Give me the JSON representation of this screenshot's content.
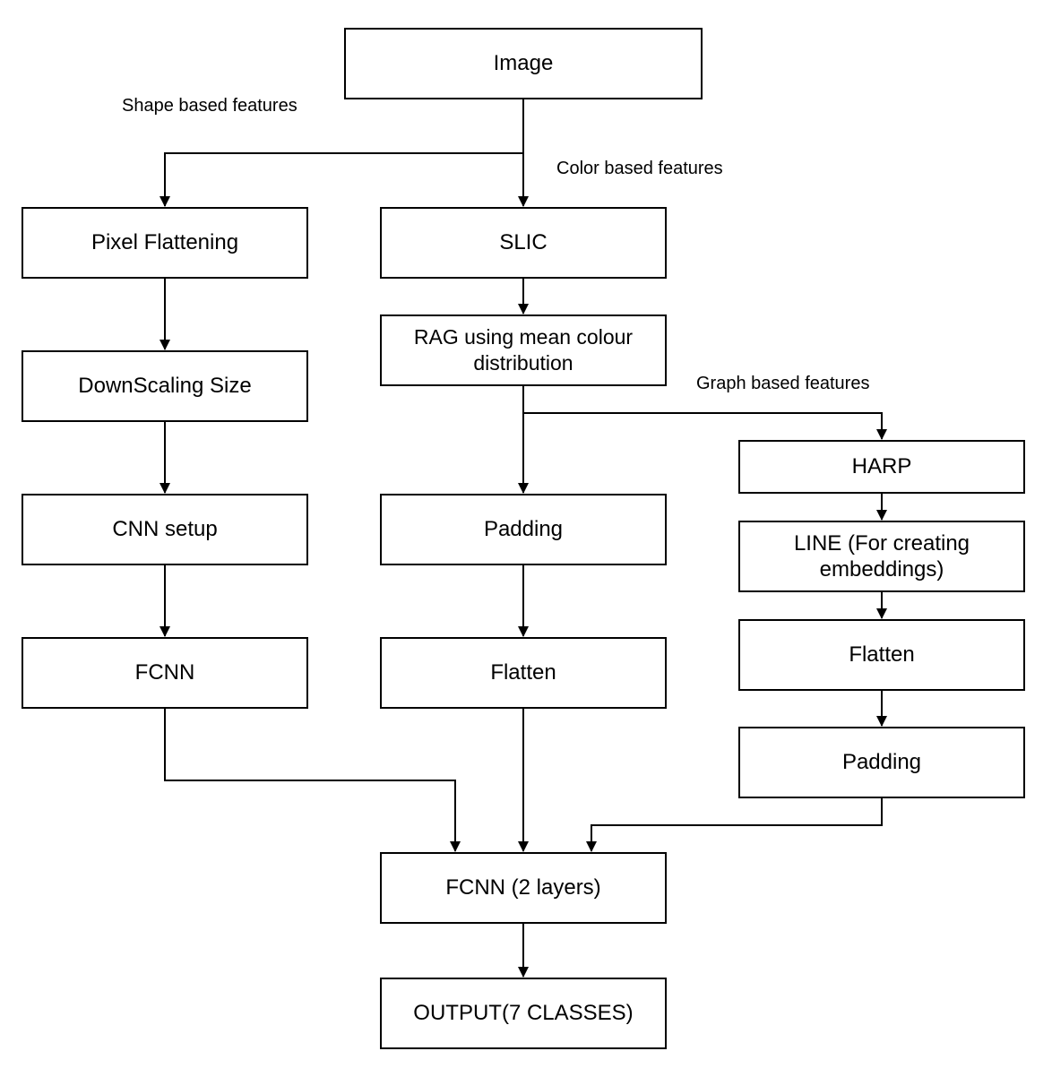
{
  "nodes": {
    "image": "Image",
    "pixel_flattening": "Pixel Flattening",
    "downscaling_size": "DownScaling Size",
    "cnn_setup": "CNN setup",
    "fcnn_left": "FCNN",
    "slic": "SLIC",
    "rag": "RAG using mean colour distribution",
    "padding_middle": "Padding",
    "flatten_middle": "Flatten",
    "harp": "HARP",
    "line": "LINE (For creating embeddings)",
    "flatten_right": "Flatten",
    "padding_right": "Padding",
    "fcnn_2_layers": "FCNN (2 layers)",
    "output": "OUTPUT(7 CLASSES)"
  },
  "edge_labels": {
    "shape": "Shape based features",
    "color": "Color based features",
    "graph": "Graph based features"
  },
  "colors": {
    "line": "#000000",
    "background": "#ffffff"
  }
}
